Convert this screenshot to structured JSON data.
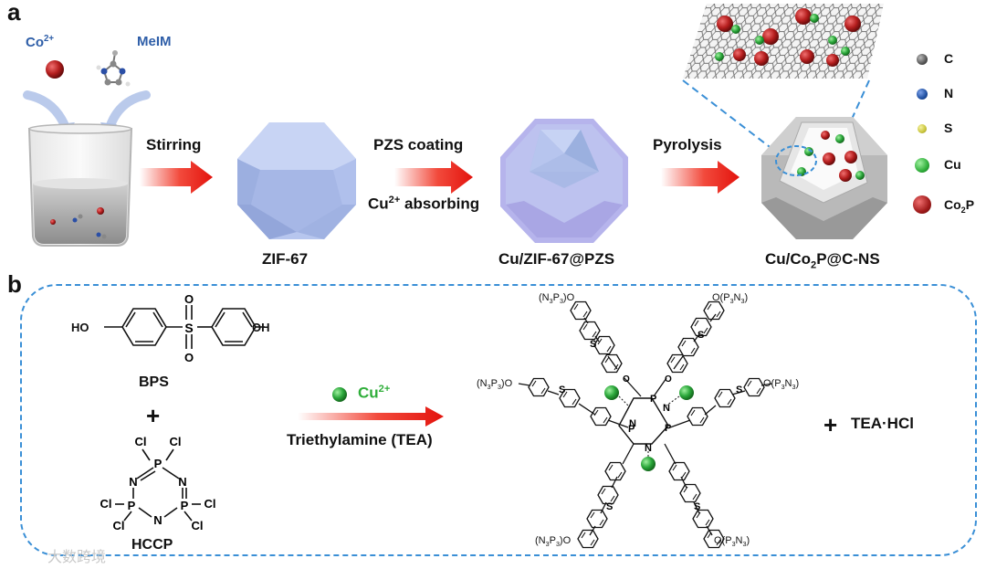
{
  "panel_a": {
    "letter": "a",
    "reagent_co": "Co",
    "reagent_co_charge": "2+",
    "reagent_melm": "MeIM",
    "step1": "Stirring",
    "product1": "ZIF-67",
    "step2_top": "PZS coating",
    "step2_bottom_pre": "Cu",
    "step2_bottom_charge": "2+",
    "step2_bottom_post": " absorbing",
    "product2": "Cu/ZIF-67@PZS",
    "step3": "Pyrolysis",
    "product3_pre": "Cu/Co",
    "product3_sub": "2",
    "product3_post": "P@C-NS",
    "legend": [
      {
        "label": "C",
        "color": "#555555"
      },
      {
        "label": "N",
        "color": "#1f4fa0"
      },
      {
        "label": "S",
        "color": "#c8c43a"
      },
      {
        "label": "Cu",
        "color": "#2fae3a"
      },
      {
        "label": "Co",
        "sub": "2",
        "post": "P",
        "color": "#a01a1a"
      }
    ]
  },
  "panel_b": {
    "letter": "b",
    "bps_ho": "HO",
    "bps_oh": "OH",
    "bps_name": "BPS",
    "hccp_name": "HCCP",
    "plus": "+",
    "reagent_pre": "Cu",
    "reagent_charge": "2+",
    "condition": "Triethylamine (TEA)",
    "byproduct": "TEA·HCl",
    "end_group": "O(P3N3)",
    "end_group_left": "(N3P3)O"
  },
  "watermark": "大数跨境"
}
